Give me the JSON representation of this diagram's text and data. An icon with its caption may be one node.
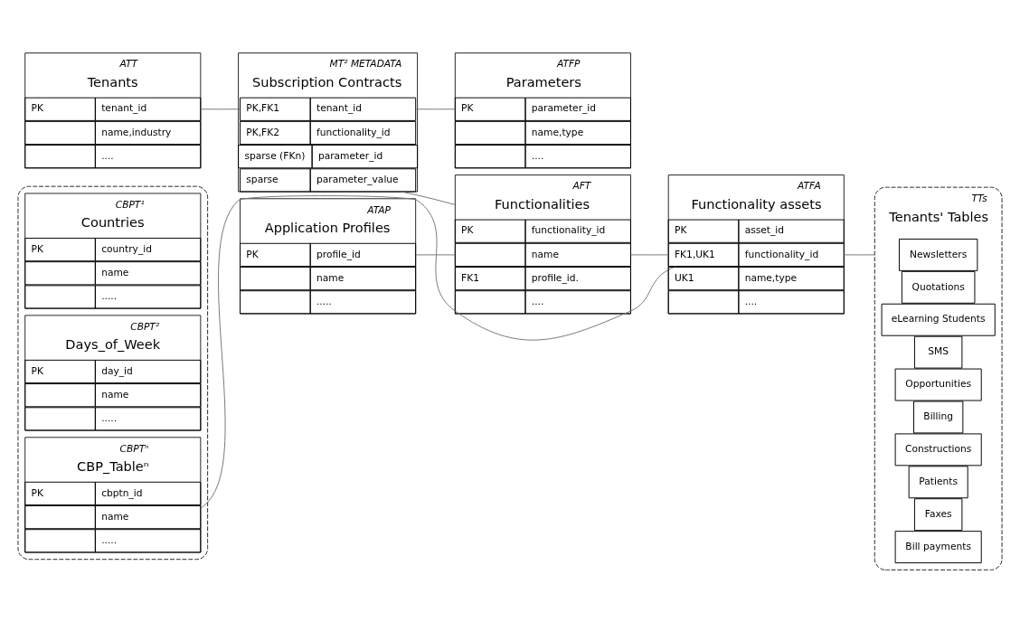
{
  "diagram": {
    "nodes": [
      {
        "text": [
          "Tenants"
        ],
        "beside": [
          "ATT"
        ]
      },
      {
        "text": [
          "PK",
          "tenant_id"
        ],
        "in": 0
      },
      {
        "text": [
          "name,industry"
        ],
        "in": 0
      },
      {
        "text": [
          "...."
        ],
        "in": 0
      },
      {
        "text": [
          "Subscription Contracts"
        ],
        "beside": [
          "MT² METADATA"
        ]
      },
      {
        "text": [
          "PK,FK1",
          "tenant_id"
        ],
        "in": 4
      },
      {
        "text": [
          "PK,FK2",
          "functionality_id"
        ],
        "in": 4
      },
      {
        "text": [
          "sparse (FKn)",
          "parameter_id"
        ],
        "in": 4
      },
      {
        "text": [
          "sparse",
          "parameter_value"
        ],
        "in": 4
      },
      {
        "text": [
          "Parameters"
        ],
        "beside": [
          "ATFP"
        ]
      },
      {
        "text": [
          "PK",
          "parameter_id"
        ],
        "in": 9
      },
      {
        "text": [
          "name,type"
        ],
        "in": 9
      },
      {
        "text": [
          "...."
        ],
        "in": 9
      },
      {
        "text": [
          "Application Profiles"
        ],
        "beside": [
          "ATAP"
        ]
      },
      {
        "text": [
          "PK",
          "profile_id"
        ],
        "in": 13
      },
      {
        "text": [
          "name"
        ],
        "in": 13
      },
      {
        "text": [
          "....."
        ],
        "in": 13
      },
      {
        "text": [
          "Functionalities"
        ],
        "beside": [
          "AFT"
        ]
      },
      {
        "text": [
          "PK",
          "functionality_id"
        ],
        "in": 17
      },
      {
        "text": [
          "name"
        ],
        "in": 17
      },
      {
        "text": [
          "FK1",
          "profile_id."
        ],
        "in": 17
      },
      {
        "text": [
          "...."
        ],
        "in": 17
      },
      {
        "text": [
          "Functionality assets"
        ],
        "beside": [
          "ATFA"
        ]
      },
      {
        "text": [
          "PK",
          "asset_id"
        ],
        "in": 22
      },
      {
        "text": [
          "FK1,UK1",
          "functionality_id"
        ],
        "in": 22
      },
      {
        "text": [
          "UK1",
          "name,type"
        ],
        "in": 22
      },
      {
        "text": [
          "...."
        ],
        "in": 22
      },
      {
        "text": [],
        "shape": "box"
      },
      {
        "text": [
          "Countries"
        ],
        "beside": [
          "CBPT¹"
        ],
        "in": 27
      },
      {
        "text": [
          "PK",
          "country_id"
        ],
        "in": 28
      },
      {
        "text": [
          "name"
        ],
        "in": 28
      },
      {
        "text": [
          "....."
        ],
        "in": 28
      },
      {
        "text": [
          "Days_of_Week"
        ],
        "beside": [
          "CBPT²"
        ],
        "in": 27
      },
      {
        "text": [
          "PK",
          "day_id"
        ],
        "in": 32
      },
      {
        "text": [
          "name"
        ],
        "in": 32
      },
      {
        "text": [
          "....."
        ],
        "in": 32
      },
      {
        "text": [
          "CBP_Tableⁿ"
        ],
        "beside": [
          "CBPTⁿ"
        ],
        "in": 27
      },
      {
        "text": [
          "PK",
          "cbptn_id"
        ],
        "in": 36
      },
      {
        "text": [
          "name"
        ],
        "in": 36
      },
      {
        "text": [
          "....."
        ],
        "in": 36
      },
      {
        "text": [
          "Tenants' Tables"
        ],
        "beside": [
          "TTs"
        ]
      },
      {
        "text": [
          "Newsletters"
        ],
        "in": 40
      },
      {
        "text": [
          "Quotations"
        ],
        "in": 40
      },
      {
        "text": [
          "eLearning Students"
        ],
        "in": 40
      },
      {
        "text": [
          "SMS"
        ],
        "in": 40
      },
      {
        "text": [
          "Opportunities"
        ],
        "in": 40
      },
      {
        "text": [
          "Billing"
        ],
        "in": 40
      },
      {
        "text": [
          "Constructions"
        ],
        "in": 40
      },
      {
        "text": [
          "Patients"
        ],
        "in": 40
      },
      {
        "text": [
          "Faxes"
        ],
        "in": 40
      },
      {
        "text": [
          "Bill payments"
        ],
        "in": 40
      }
    ],
    "edges": [
      {
        "from": 1,
        "to": 5,
        "arrow": "none"
      },
      {
        "from": 5,
        "to": 10,
        "arrow": "none"
      },
      {
        "from": 8,
        "to": 17,
        "arrow": "none"
      },
      {
        "from": 14,
        "to": 19,
        "arrow": "none"
      },
      {
        "from": 19,
        "to": 24,
        "arrow": "none"
      },
      {
        "from": 24,
        "to": 40,
        "arrow": "none"
      },
      {
        "from": 24,
        "to": 38,
        "arrow": "none"
      }
    ]
  }
}
